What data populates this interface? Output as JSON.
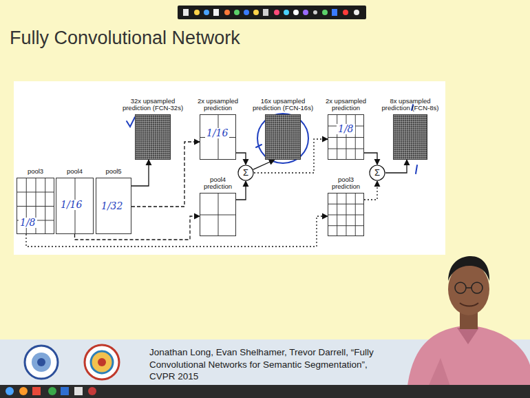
{
  "diagram": {
    "title": "Fully Convolutional Network",
    "nodes": [
      {
        "text": [
          "pool3"
        ]
      },
      {
        "text": [
          "pool4"
        ]
      },
      {
        "text": [
          "pool5"
        ]
      },
      {
        "text": [
          "32x upsampled prediction (FCN-32s)"
        ]
      },
      {
        "text": [
          "2x upsampled prediction"
        ]
      },
      {
        "text": [
          "pool4 prediction"
        ]
      },
      {
        "text": [
          "Σ"
        ]
      },
      {
        "text": [
          "16x upsampled prediction (FCN-16s)"
        ]
      },
      {
        "text": [
          "2x upsampled prediction"
        ]
      },
      {
        "text": [
          "pool3 prediction"
        ]
      },
      {
        "text": [
          "Σ"
        ]
      },
      {
        "text": [
          "8x upsampled prediction (FCN-8s)"
        ]
      }
    ],
    "edges": [
      {
        "from": 2,
        "to": 3,
        "arrow": "to"
      },
      {
        "from": 2,
        "to": 4,
        "arrow": "to"
      },
      {
        "from": 1,
        "to": 5,
        "arrow": "to"
      },
      {
        "from": 0,
        "to": 9,
        "arrow": "to"
      },
      {
        "from": 4,
        "to": 6,
        "arrow": "to"
      },
      {
        "from": 5,
        "to": 6,
        "arrow": "to"
      },
      {
        "from": 6,
        "to": 7,
        "arrow": "to"
      },
      {
        "from": 6,
        "to": 8,
        "arrow": "to"
      },
      {
        "from": 8,
        "to": 10,
        "arrow": "to"
      },
      {
        "from": 9,
        "to": 10,
        "arrow": "to"
      },
      {
        "from": 10,
        "to": 11,
        "arrow": "to"
      }
    ],
    "labels": [
      "1/8",
      "1/16",
      "1/32",
      "1/16",
      "1/8",
      "Jonathan Long, Evan Shelhamer, Trevor Darrell, “Fully Convolutional Networks for Semantic Segmentation”, CVPR 2015"
    ]
  }
}
